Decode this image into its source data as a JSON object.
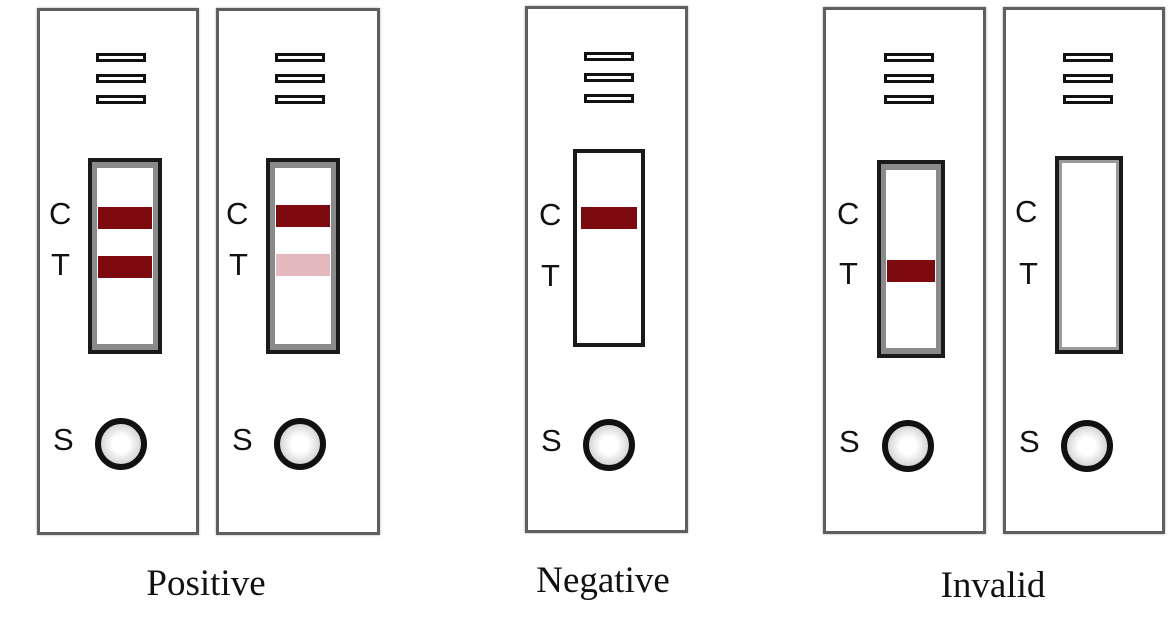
{
  "labels": {
    "control": "C",
    "test": "T",
    "sample": "S"
  },
  "colors": {
    "strong_band": "#7d0a0f",
    "faint_band": "#e4b9bd"
  },
  "groups": [
    {
      "caption": "Positive"
    },
    {
      "caption": "Negative"
    },
    {
      "caption": "Invalid"
    }
  ],
  "cassettes": [
    {
      "group": "Positive",
      "control_line": "strong",
      "test_line": "strong"
    },
    {
      "group": "Positive",
      "control_line": "strong",
      "test_line": "faint"
    },
    {
      "group": "Negative",
      "control_line": "strong",
      "test_line": "none"
    },
    {
      "group": "Invalid",
      "control_line": "none",
      "test_line": "strong"
    },
    {
      "group": "Invalid",
      "control_line": "none",
      "test_line": "none"
    }
  ]
}
